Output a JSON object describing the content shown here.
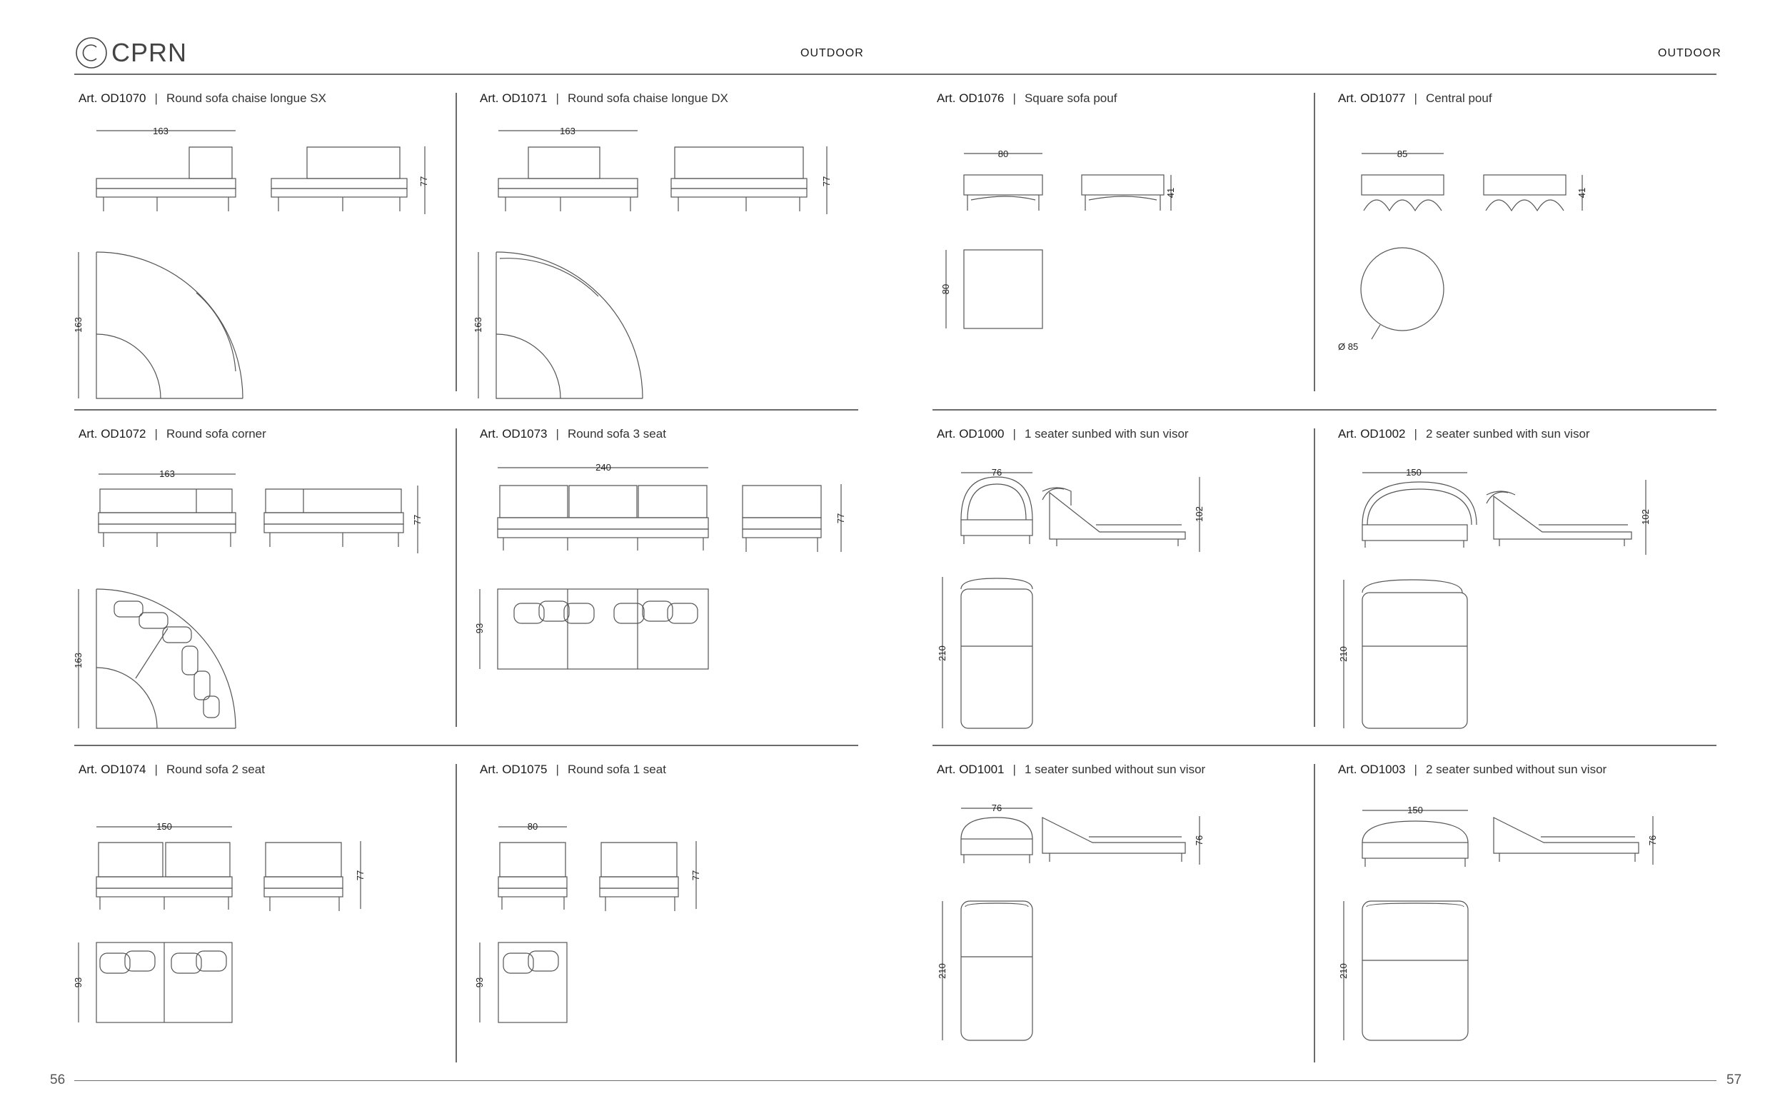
{
  "brand": {
    "name": "CPRN"
  },
  "header": {
    "left_section": "OUTDOOR",
    "right_section": "OUTDOOR"
  },
  "footer": {
    "left_page": "56",
    "right_page": "57"
  },
  "products": [
    {
      "art_prefix": "Art.",
      "code": "OD1070",
      "name": "Round sofa chaise longue SX",
      "dims": [
        "163",
        "77",
        "163"
      ]
    },
    {
      "art_prefix": "Art.",
      "code": "OD1071",
      "name": "Round sofa chaise longue DX",
      "dims": [
        "163",
        "77",
        "163"
      ]
    },
    {
      "art_prefix": "Art.",
      "code": "OD1076",
      "name": "Square sofa pouf",
      "dims": [
        "80",
        "41",
        "80"
      ]
    },
    {
      "art_prefix": "Art.",
      "code": "OD1077",
      "name": "Central pouf",
      "dims": [
        "85",
        "41",
        "Ø 85"
      ]
    },
    {
      "art_prefix": "Art.",
      "code": "OD1072",
      "name": "Round sofa corner",
      "dims": [
        "163",
        "77",
        "163"
      ]
    },
    {
      "art_prefix": "Art.",
      "code": "OD1073",
      "name": "Round sofa 3 seat",
      "dims": [
        "240",
        "77",
        "93"
      ]
    },
    {
      "art_prefix": "Art.",
      "code": "OD1000",
      "name": "1 seater sunbed with sun visor",
      "dims": [
        "76",
        "102",
        "210"
      ]
    },
    {
      "art_prefix": "Art.",
      "code": "OD1002",
      "name": "2 seater sunbed with sun visor",
      "dims": [
        "150",
        "102",
        "210"
      ]
    },
    {
      "art_prefix": "Art.",
      "code": "OD1074",
      "name": "Round sofa 2 seat",
      "dims": [
        "150",
        "77",
        "93"
      ]
    },
    {
      "art_prefix": "Art.",
      "code": "OD1075",
      "name": "Round sofa 1 seat",
      "dims": [
        "80",
        "77",
        "93"
      ]
    },
    {
      "art_prefix": "Art.",
      "code": "OD1001",
      "name": "1 seater sunbed without sun visor",
      "dims": [
        "76",
        "76",
        "210"
      ]
    },
    {
      "art_prefix": "Art.",
      "code": "OD1003",
      "name": "2 seater sunbed without sun visor",
      "dims": [
        "150",
        "76",
        "210"
      ]
    }
  ]
}
